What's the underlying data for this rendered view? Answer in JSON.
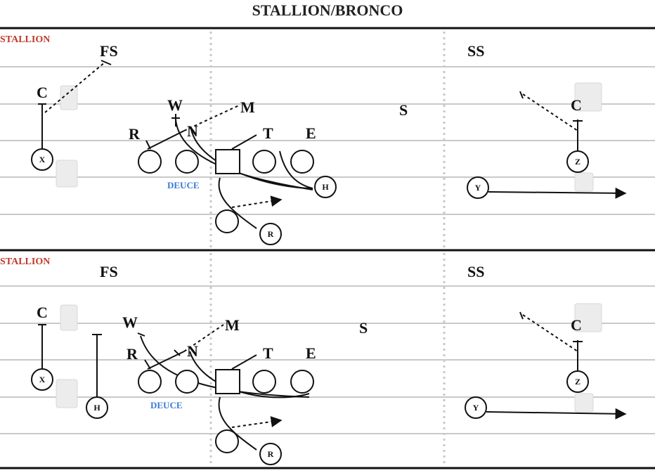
{
  "title": "STALLION/BRONCO",
  "colors": {
    "front_tag": "#c0392b",
    "call_tag": "#3a7bd5",
    "ink": "#111111",
    "field_lines": "#c9c9c9"
  },
  "diagrams": [
    {
      "front_tag": "STALLION",
      "call_tag": "DEUCE",
      "defenders": {
        "fs": "FS",
        "ss": "SS",
        "c_left": "C",
        "c_right": "C",
        "w": "W",
        "m": "M",
        "s": "S",
        "r": "R",
        "n": "N",
        "t": "T",
        "e": "E"
      },
      "offense": {
        "x": "X",
        "z": "Z",
        "y": "Y",
        "h": "H",
        "rb": "R"
      }
    },
    {
      "front_tag": "STALLION",
      "call_tag": "DEUCE",
      "defenders": {
        "fs": "FS",
        "ss": "SS",
        "c_left": "C",
        "c_right": "C",
        "w": "W",
        "m": "M",
        "s": "S",
        "r": "R",
        "n": "N",
        "t": "T",
        "e": "E"
      },
      "offense": {
        "x": "X",
        "z": "Z",
        "y": "Y",
        "h": "H",
        "rb": "R"
      }
    }
  ]
}
